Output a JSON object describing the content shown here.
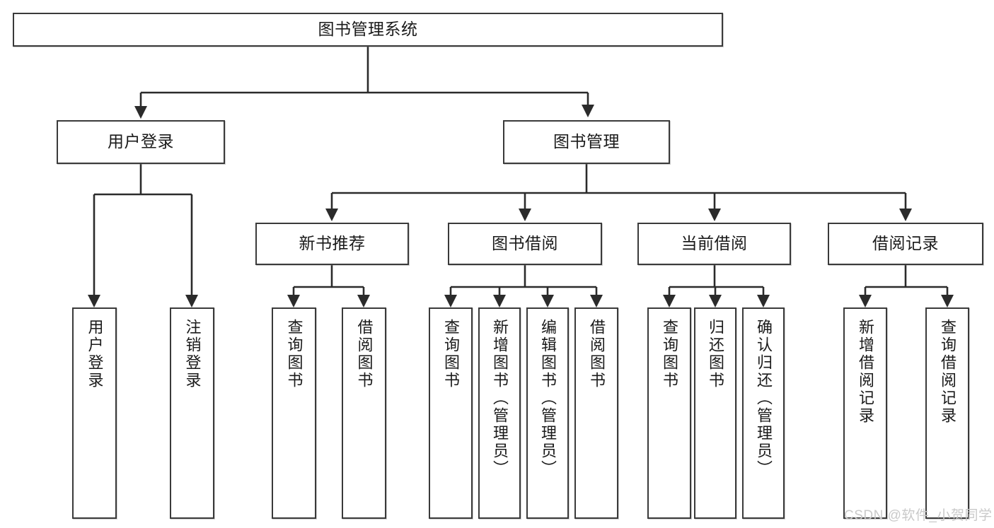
{
  "diagram": {
    "title": "图书管理系统",
    "watermark": "CSDN @软件_小贺同学",
    "colors": {
      "stroke": "#3a3a3a",
      "fill": "#ffffff",
      "text": "#1a1a1a",
      "watermark": "#c9c9c9"
    },
    "levels": {
      "root": "图书管理系统",
      "level1": [
        "用户登录",
        "图书管理"
      ],
      "level2": [
        "新书推荐",
        "图书借阅",
        "当前借阅",
        "借阅记录"
      ]
    },
    "nodes": {
      "root": {
        "label": "图书管理系统"
      },
      "user_login": {
        "label": "用户登录"
      },
      "book_manage": {
        "label": "图书管理"
      },
      "new_book_rec": {
        "label": "新书推荐"
      },
      "book_borrow": {
        "label": "图书借阅"
      },
      "current_borrow": {
        "label": "当前借阅"
      },
      "borrow_record": {
        "label": "借阅记录"
      },
      "leaf_user_login": {
        "label": "用户登录"
      },
      "leaf_logout": {
        "label": "注销登录"
      },
      "leaf_query_book_a": {
        "label": "查询图书"
      },
      "leaf_borrow_book_a": {
        "label": "借阅图书"
      },
      "leaf_query_book_b": {
        "label": "查询图书"
      },
      "leaf_add_book": {
        "label": "新增图书（管理员）"
      },
      "leaf_edit_book": {
        "label": "编辑图书（管理员）"
      },
      "leaf_borrow_book_b": {
        "label": "借阅图书"
      },
      "leaf_query_book_c": {
        "label": "查询图书"
      },
      "leaf_return_book": {
        "label": "归还图书"
      },
      "leaf_confirm_return": {
        "label": "确认归还（管理员）"
      },
      "leaf_add_record": {
        "label": "新增借阅记录"
      },
      "leaf_query_record": {
        "label": "查询借阅记录"
      }
    },
    "tree": {
      "图书管理系统": {
        "用户登录": [
          "用户登录",
          "注销登录"
        ],
        "图书管理": {
          "新书推荐": [
            "查询图书",
            "借阅图书"
          ],
          "图书借阅": [
            "查询图书",
            "新增图书（管理员）",
            "编辑图书（管理员）",
            "借阅图书"
          ],
          "当前借阅": [
            "查询图书",
            "归还图书",
            "确认归还（管理员）"
          ],
          "借阅记录": [
            "新增借阅记录",
            "查询借阅记录"
          ]
        }
      }
    }
  }
}
